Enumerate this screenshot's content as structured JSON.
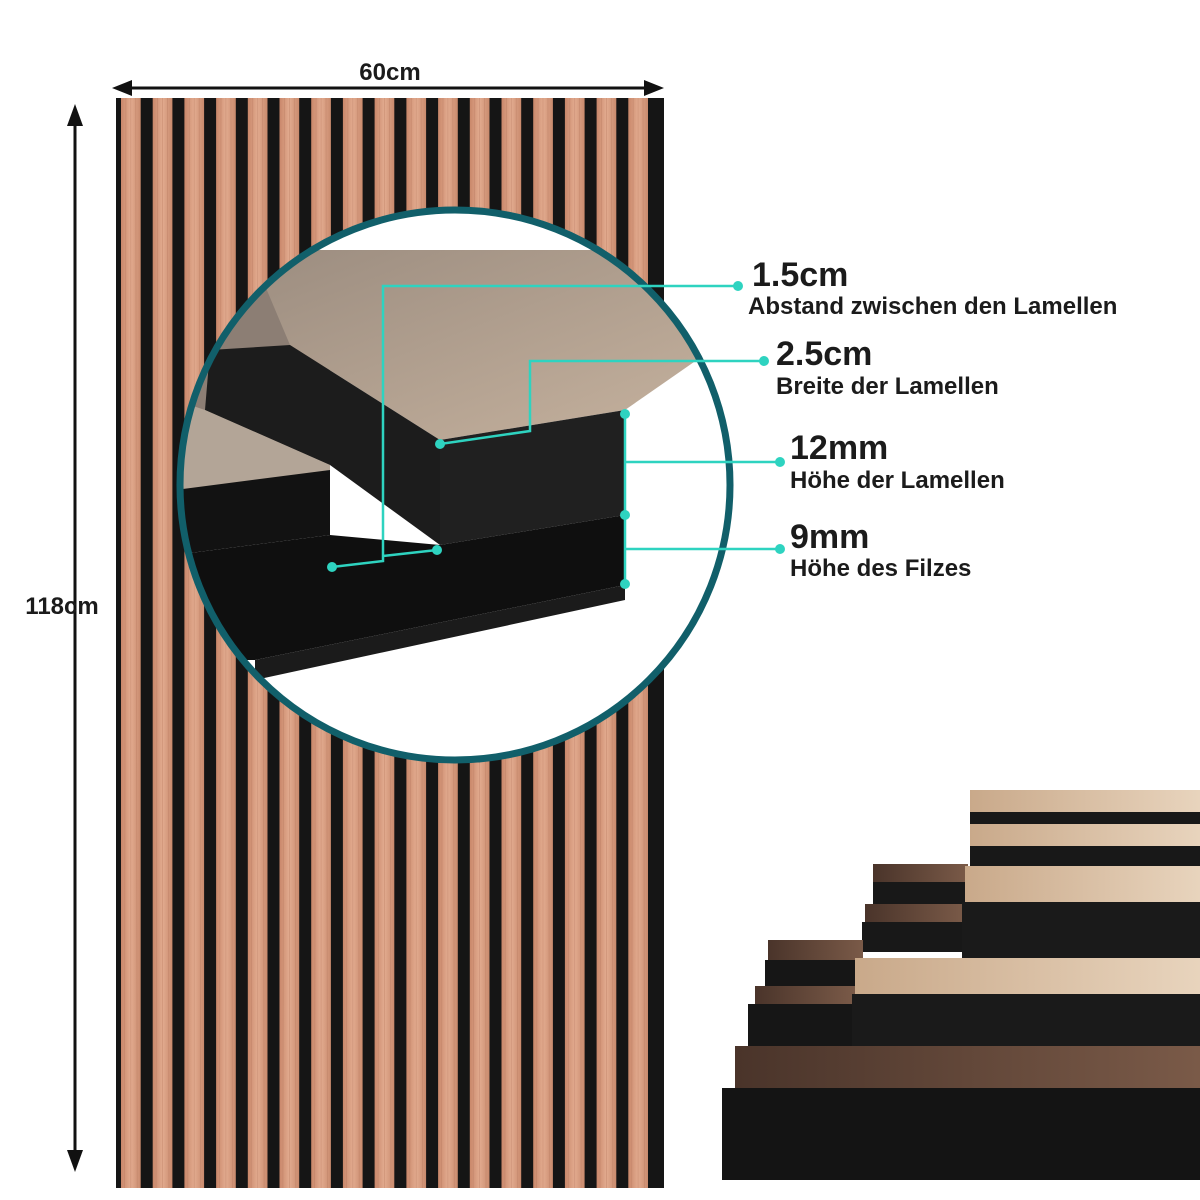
{
  "dimensions": {
    "width_label": "60cm",
    "height_label": "118cm"
  },
  "specs": [
    {
      "value": "1.5cm",
      "label": "Abstand zwischen den Lamellen"
    },
    {
      "value": "2.5cm",
      "label": "Breite der Lamellen"
    },
    {
      "value": "12mm",
      "label": "Höhe der Lamellen"
    },
    {
      "value": "9mm",
      "label": "Höhe des Filzes"
    }
  ],
  "colors": {
    "wood": "#d89d80",
    "wood_dark": "#b97b61",
    "felt": "#151515",
    "callout": "#2ed3c0",
    "circle_ring": "#115f6a"
  }
}
